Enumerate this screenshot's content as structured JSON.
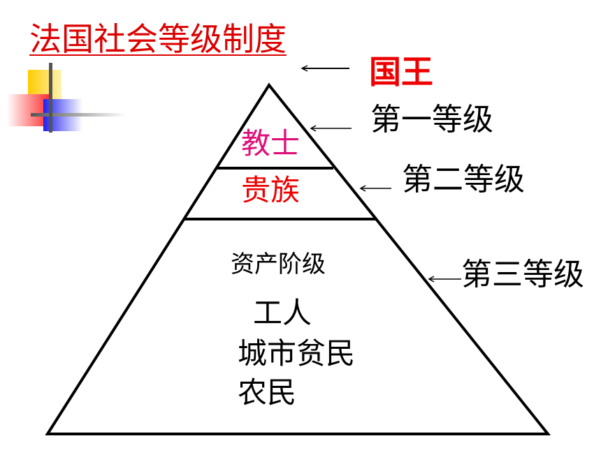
{
  "title": "法国社会等级制度",
  "king": "国王",
  "ranks": {
    "first": "第一等级",
    "second": "第二等级",
    "third": "第三等级"
  },
  "tiers": {
    "top": "教士",
    "middle": "贵族",
    "bottom": [
      "资产阶级",
      "工人",
      "城市贫民",
      "农民"
    ]
  },
  "colors": {
    "title": "#dd0000",
    "king": "#ee0000",
    "clergy": "#e0107a",
    "nobility": "#ee0000",
    "text": "#000000",
    "deco_yellow": "#ffcc00",
    "deco_red": "#ff3333",
    "deco_blue": "#3333ff"
  }
}
